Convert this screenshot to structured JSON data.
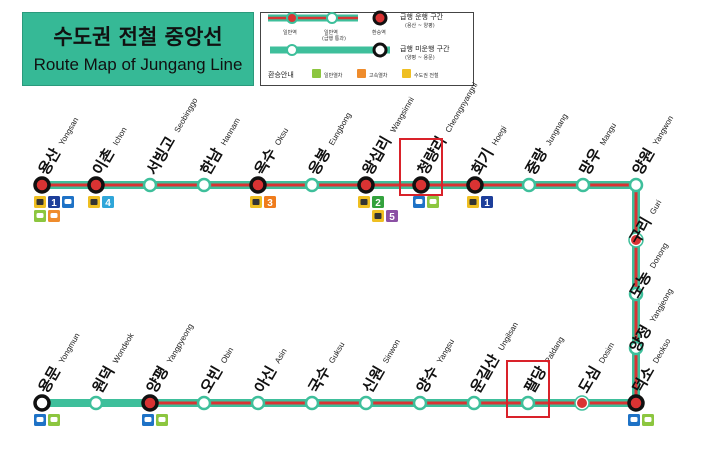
{
  "title": {
    "korean": "수도권 전철 중앙선",
    "english": "Route Map of Jungang Line"
  },
  "colors": {
    "line": "#3ebf9b",
    "express": "#d93333",
    "title_bg": "#36b996",
    "highlight": "#d9222a",
    "korail_badge": "#efbf22"
  },
  "legend": {
    "normal_station": "일반역",
    "express_station": "일반역",
    "express_station_note": "(급행 통과)",
    "transfer_station": "환승역",
    "express_section": "급행 운행 구간",
    "express_section_note": "(용산 ~ 양평)",
    "non_express_section": "급행 미운행 구간",
    "non_express_section_note": "(양평 ~ 용문)",
    "transfer_info": "환승안내",
    "regular_train": "일반열차",
    "ktx": "고속열차",
    "metro": "수도권 전철"
  },
  "stations": [
    {
      "ko": "용산",
      "en": "Yongsan",
      "type": "transfer",
      "express": true,
      "transfers": [
        {
          "kind": "metro",
          "label": "1",
          "color": "#1d3e9a"
        },
        {
          "kind": "ktx"
        },
        {
          "kind": "regular"
        },
        {
          "kind": "itx"
        }
      ]
    },
    {
      "ko": "이촌",
      "en": "Ichon",
      "type": "transfer",
      "express": true,
      "transfers": [
        {
          "kind": "metro",
          "label": "4",
          "color": "#2fa6d9"
        }
      ]
    },
    {
      "ko": "서빙고",
      "en": "Seobinggo",
      "type": "normal",
      "express": false,
      "transfers": []
    },
    {
      "ko": "한남",
      "en": "Hannam",
      "type": "normal",
      "express": false,
      "transfers": []
    },
    {
      "ko": "옥수",
      "en": "Oksu",
      "type": "transfer",
      "express": true,
      "transfers": [
        {
          "kind": "metro",
          "label": "3",
          "color": "#ef7c1c"
        }
      ]
    },
    {
      "ko": "응봉",
      "en": "Eungbong",
      "type": "normal",
      "express": false,
      "transfers": []
    },
    {
      "ko": "왕십리",
      "en": "Wangsimni",
      "type": "transfer",
      "express": true,
      "transfers": [
        {
          "kind": "metro",
          "label": "2",
          "color": "#33a23d"
        },
        {
          "kind": "metro",
          "label": "5",
          "color": "#8b50a4"
        }
      ]
    },
    {
      "ko": "청량리",
      "en": "Cheongnyangni",
      "type": "transfer",
      "express": true,
      "highlighted": true,
      "transfers": [
        {
          "kind": "ktx"
        },
        {
          "kind": "regular"
        }
      ]
    },
    {
      "ko": "회기",
      "en": "Hoegi",
      "type": "transfer",
      "express": true,
      "transfers": [
        {
          "kind": "metro",
          "label": "1",
          "color": "#1d3e9a"
        }
      ]
    },
    {
      "ko": "중랑",
      "en": "Jungnang",
      "type": "normal",
      "express": false,
      "transfers": []
    },
    {
      "ko": "망우",
      "en": "Mangu",
      "type": "normal",
      "express": false,
      "transfers": []
    },
    {
      "ko": "양원",
      "en": "Yangwon",
      "type": "normal",
      "express": false,
      "transfers": []
    },
    {
      "ko": "구리",
      "en": "Guri",
      "type": "normal",
      "express": true,
      "transfers": []
    },
    {
      "ko": "도농",
      "en": "Donong",
      "type": "normal",
      "express": false,
      "transfers": []
    },
    {
      "ko": "양정",
      "en": "Yangjeong",
      "type": "normal",
      "express": false,
      "transfers": []
    },
    {
      "ko": "덕소",
      "en": "Deokso",
      "type": "transfer",
      "express": true,
      "transfers": [
        {
          "kind": "ktx"
        },
        {
          "kind": "regular"
        }
      ]
    },
    {
      "ko": "도심",
      "en": "Dosim",
      "type": "normal",
      "express": true,
      "transfers": []
    },
    {
      "ko": "팔당",
      "en": "Paldang",
      "type": "normal",
      "express": false,
      "highlighted": true,
      "transfers": []
    },
    {
      "ko": "운길산",
      "en": "Ungilsan",
      "type": "normal",
      "express": false,
      "transfers": []
    },
    {
      "ko": "양수",
      "en": "Yangsu",
      "type": "normal",
      "express": false,
      "transfers": []
    },
    {
      "ko": "신원",
      "en": "Sinwon",
      "type": "normal",
      "express": false,
      "transfers": []
    },
    {
      "ko": "국수",
      "en": "Guksu",
      "type": "normal",
      "express": false,
      "transfers": []
    },
    {
      "ko": "아신",
      "en": "Asin",
      "type": "normal",
      "express": false,
      "transfers": []
    },
    {
      "ko": "오빈",
      "en": "Obin",
      "type": "normal",
      "express": false,
      "transfers": []
    },
    {
      "ko": "양평",
      "en": "Yangpyeong",
      "type": "transfer",
      "express": true,
      "transfers": [
        {
          "kind": "ktx"
        },
        {
          "kind": "regular"
        }
      ]
    },
    {
      "ko": "원덕",
      "en": "Wondeok",
      "type": "normal",
      "express": false,
      "transfers": []
    },
    {
      "ko": "용문",
      "en": "Yongmun",
      "type": "transfer",
      "express": false,
      "transfers": [
        {
          "kind": "ktx"
        },
        {
          "kind": "regular"
        }
      ]
    }
  ]
}
